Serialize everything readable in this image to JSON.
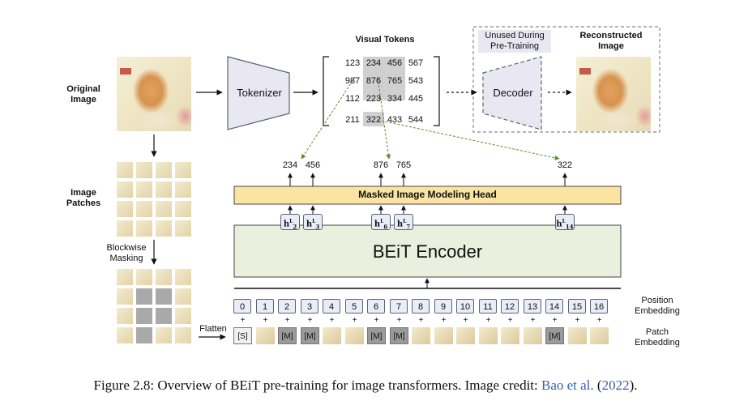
{
  "labels": {
    "original_image": [
      "Original",
      "Image"
    ],
    "image_patches": [
      "Image",
      "Patches"
    ],
    "blockwise_masking": [
      "Blockwise",
      "Masking"
    ],
    "flatten": "Flatten",
    "tokenizer": "Tokenizer",
    "visual_tokens": "Visual Tokens",
    "unused": [
      "Unused During",
      "Pre-Training"
    ],
    "decoder": "Decoder",
    "reconstructed": [
      "Reconstructed",
      "Image"
    ],
    "mim_head": "Masked Image Modeling Head",
    "encoder": "BEiT Encoder",
    "position_embedding": [
      "Position",
      "Embedding"
    ],
    "patch_embedding": [
      "Patch",
      "Embedding"
    ]
  },
  "token_grid": [
    [
      "123",
      "234",
      "456",
      "567"
    ],
    [
      "987",
      "876",
      "765",
      "543"
    ],
    [
      "112",
      "223",
      "334",
      "445"
    ],
    [
      "211",
      "322",
      "433",
      "544"
    ]
  ],
  "predicted_tokens": [
    "234",
    "456",
    "876",
    "765",
    "322"
  ],
  "hidden_states": [
    {
      "base": "h",
      "sub": "2",
      "sup": "L"
    },
    {
      "base": "h",
      "sub": "3",
      "sup": "L"
    },
    {
      "base": "h",
      "sub": "6",
      "sup": "L"
    },
    {
      "base": "h",
      "sub": "7",
      "sup": "L"
    },
    {
      "base": "h",
      "sub": "14",
      "sup": "L"
    }
  ],
  "positions": [
    "0",
    "1",
    "2",
    "3",
    "4",
    "5",
    "6",
    "7",
    "8",
    "9",
    "10",
    "11",
    "12",
    "13",
    "14",
    "15",
    "16"
  ],
  "patch_embeddings": [
    "[S]",
    "",
    "[M]",
    "[M]",
    "",
    "",
    "[M]",
    "[M]",
    "",
    "",
    "",
    "",
    "",
    "",
    "[M]",
    "",
    ""
  ],
  "caption": {
    "prefix": "Figure 2.8: Overview of BEiT pre-training for image transformers. Image credit: ",
    "cite_author": "Bao et al.",
    "open": " (",
    "cite_year": "2022",
    "close": ")."
  },
  "colors": {
    "mim_head": "#fbe3a1",
    "encoder": "#e9f0dd",
    "token_highlight": "#d0d0d0",
    "token_box": "#e8edf7",
    "mask_gray": "#a9a9a9",
    "citation": "#3b5fa8",
    "dashed_arrow": "#5c8a2e"
  }
}
